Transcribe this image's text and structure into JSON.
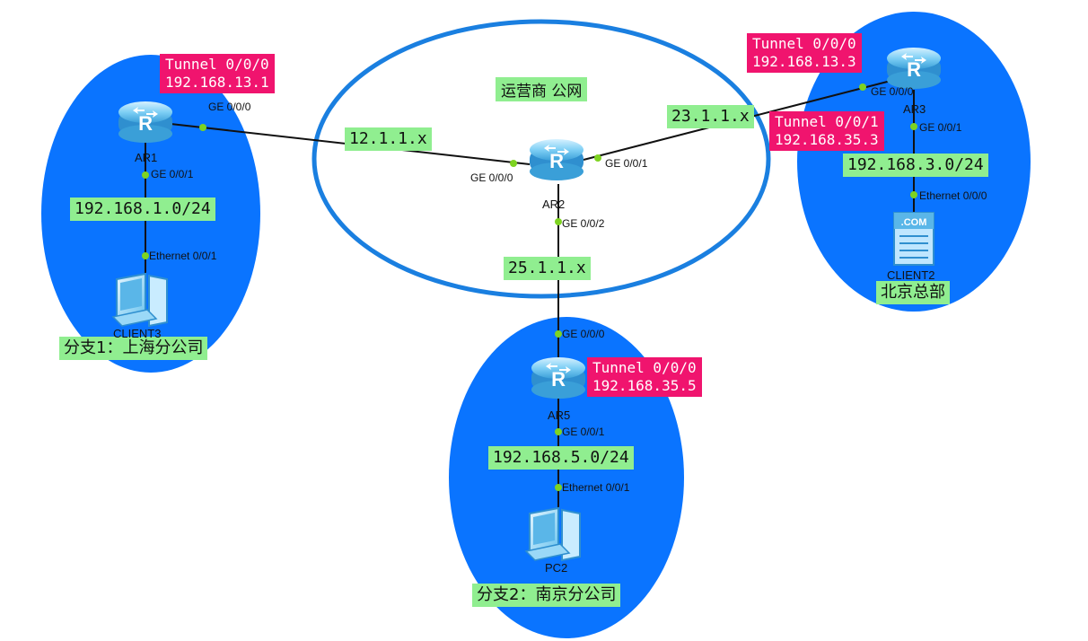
{
  "cloud": {
    "title": "运营商 公网"
  },
  "sites": {
    "shanghai": {
      "label": "分支1：上海分公司"
    },
    "nanjing": {
      "label": "分支2：南京分公司"
    },
    "beijing": {
      "label": "北京总部"
    }
  },
  "devices": {
    "ar1": "AR1",
    "ar2": "AR2",
    "ar3": "AR3",
    "ar5": "AR5",
    "client3": "CLIENT3",
    "client2": "CLIENT2",
    "pc2": "PC2"
  },
  "ports": {
    "ar1_ge000": "GE 0/0/0",
    "ar1_ge001": "GE 0/0/1",
    "client3_eth": "Ethernet 0/0/1",
    "ar2_ge000": "GE 0/0/0",
    "ar2_ge001": "GE 0/0/1",
    "ar2_ge002": "GE 0/0/2",
    "ar3_ge000": "GE 0/0/0",
    "ar3_ge001": "GE 0/0/1",
    "client2_eth": "Ethernet 0/0/0",
    "ar5_ge000": "GE 0/0/0",
    "ar5_ge001": "GE 0/0/1",
    "pc2_eth": "Ethernet 0/0/1"
  },
  "networks": {
    "link_ar1_ar2": "12.1.1.x",
    "link_ar2_ar3": "23.1.1.x",
    "link_ar2_ar5": "25.1.1.x",
    "lan_ar1": "192.168.1.0/24",
    "lan_ar3": "192.168.3.0/24",
    "lan_ar5": "192.168.5.0/24"
  },
  "tunnels": {
    "ar1": {
      "name": "Tunnel 0/0/0",
      "ip": "192.168.13.1"
    },
    "ar3_t0": {
      "name": "Tunnel 0/0/0",
      "ip": "192.168.13.3"
    },
    "ar3_t1": {
      "name": "Tunnel 0/0/1",
      "ip": "192.168.35.3"
    },
    "ar5": {
      "name": "Tunnel 0/0/0",
      "ip": "192.168.35.5"
    }
  },
  "colors": {
    "site_fill": "#0a74ff",
    "cloud_stroke": "#1a7fe0",
    "tunnel_bg": "#f0146e",
    "net_bg": "#90ee90",
    "port_dot": "#7ed321"
  }
}
